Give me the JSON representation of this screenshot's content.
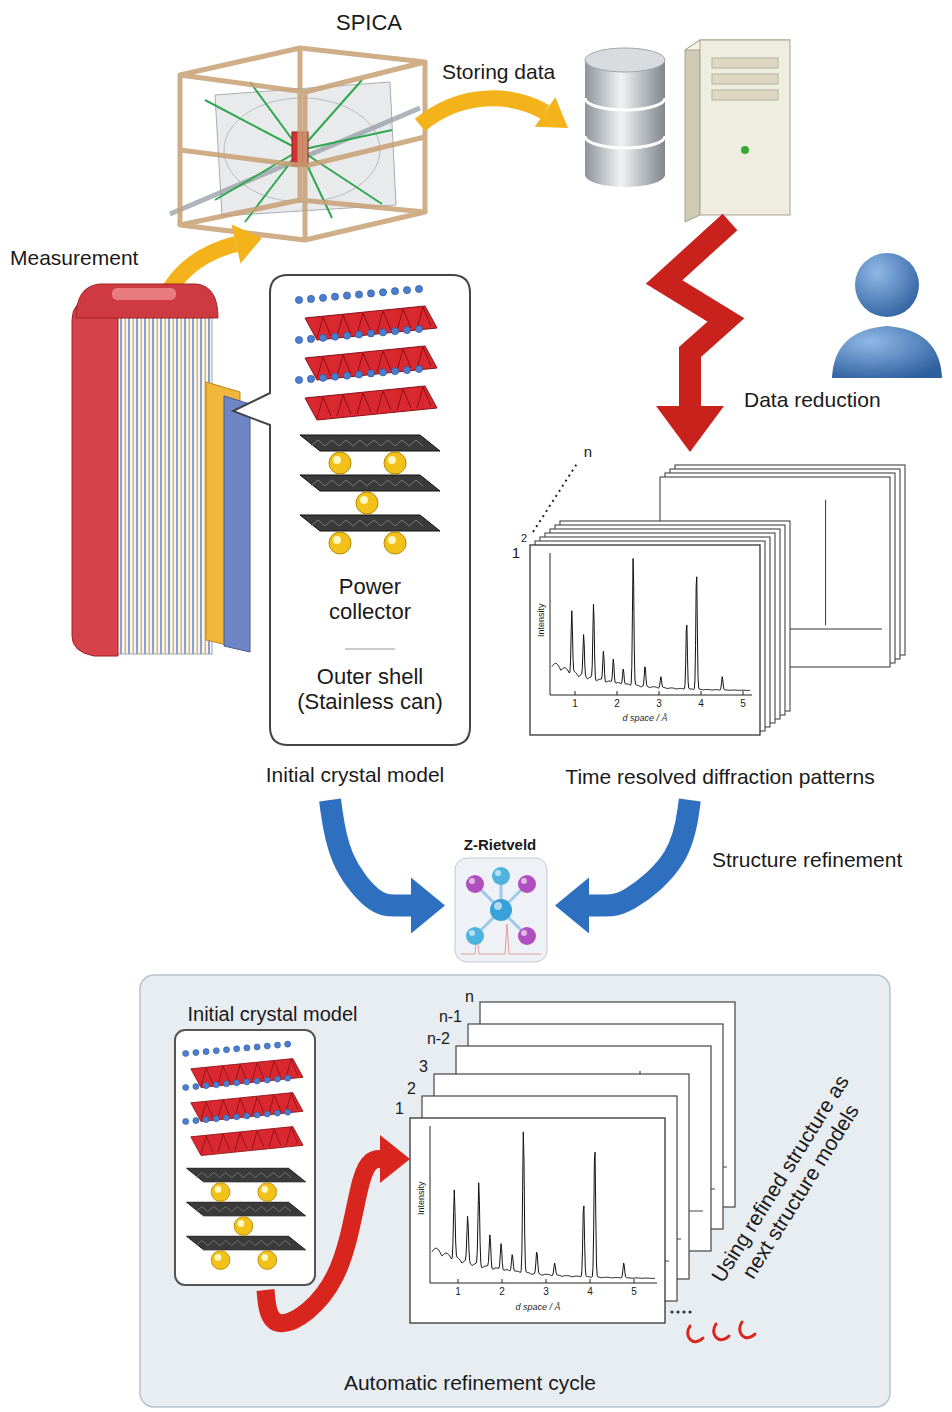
{
  "diagram": {
    "nodes": [
      {
        "text": [
          "Power collector",
          "Outer shell (Stainless can)",
          "Initial crystal model"
        ]
      },
      {
        "text": [
          "Intensity",
          "1",
          "2",
          "3",
          "4",
          "5",
          "d space / Å",
          "Time resolved diffraction patterns"
        ]
      },
      {
        "text": [
          "Z-Rietveld"
        ]
      },
      {
        "text": [
          "Automatic refinement cycle"
        ]
      },
      {
        "text": [
          "Initial crystal model"
        ],
        "in": 3
      },
      {
        "text": [
          "Intensity",
          "1",
          "2",
          "3",
          "4",
          "5",
          "d space / Å"
        ],
        "in": 3
      }
    ],
    "edges": [
      {
        "from": 0,
        "to": 2,
        "arrow": "to"
      },
      {
        "from": 1,
        "to": 2,
        "arrow": "to"
      },
      {
        "from": 4,
        "to": 5,
        "arrow": "to"
      }
    ],
    "labels": [
      "SPICA",
      "Storing data",
      "Measurement",
      "Data reduction",
      "n",
      "1",
      "2",
      "Structure refinement",
      "n",
      "n-1",
      "n-2",
      "3",
      "2",
      "1",
      "Using refined structure as next structure models"
    ]
  }
}
